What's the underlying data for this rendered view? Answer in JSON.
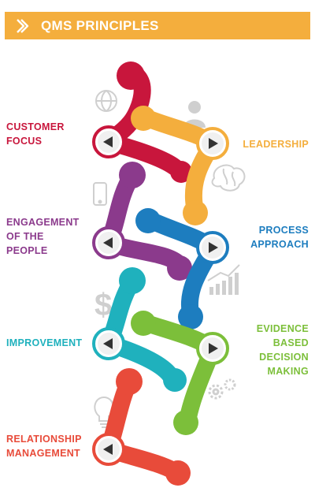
{
  "header": {
    "title": "QMS PRINCIPLES",
    "color": "#f4ae3d",
    "icon": "chevron-right-icon"
  },
  "principles": [
    {
      "label": "CUSTOMER\nFOCUS",
      "color": "#c8163c",
      "side": "left",
      "icon": "globe-icon"
    },
    {
      "label": "LEADERSHIP",
      "color": "#f4ae3d",
      "side": "right",
      "icon": "person-icon"
    },
    {
      "label": "ENGAGEMENT\nOF THE\nPEOPLE",
      "color": "#8b3a8c",
      "side": "left",
      "icon": "tablet-icon"
    },
    {
      "label": "PROCESS\nAPPROACH",
      "color": "#1d7dbf",
      "side": "right",
      "icon": "brain-icon"
    },
    {
      "label": "IMPROVEMENT",
      "color": "#1fb1bd",
      "side": "left",
      "icon": "dollar-icon"
    },
    {
      "label": "EVIDENCE\nBASED\nDECISION\nMAKING",
      "color": "#7cbf3a",
      "side": "right",
      "icon": "bar-chart-icon"
    },
    {
      "label": "RELATIONSHIP\nMANAGEMENT",
      "color": "#e84b3a",
      "side": "left",
      "icon": "lightbulb-icon"
    }
  ],
  "extra_icons": [
    "gears-icon"
  ]
}
